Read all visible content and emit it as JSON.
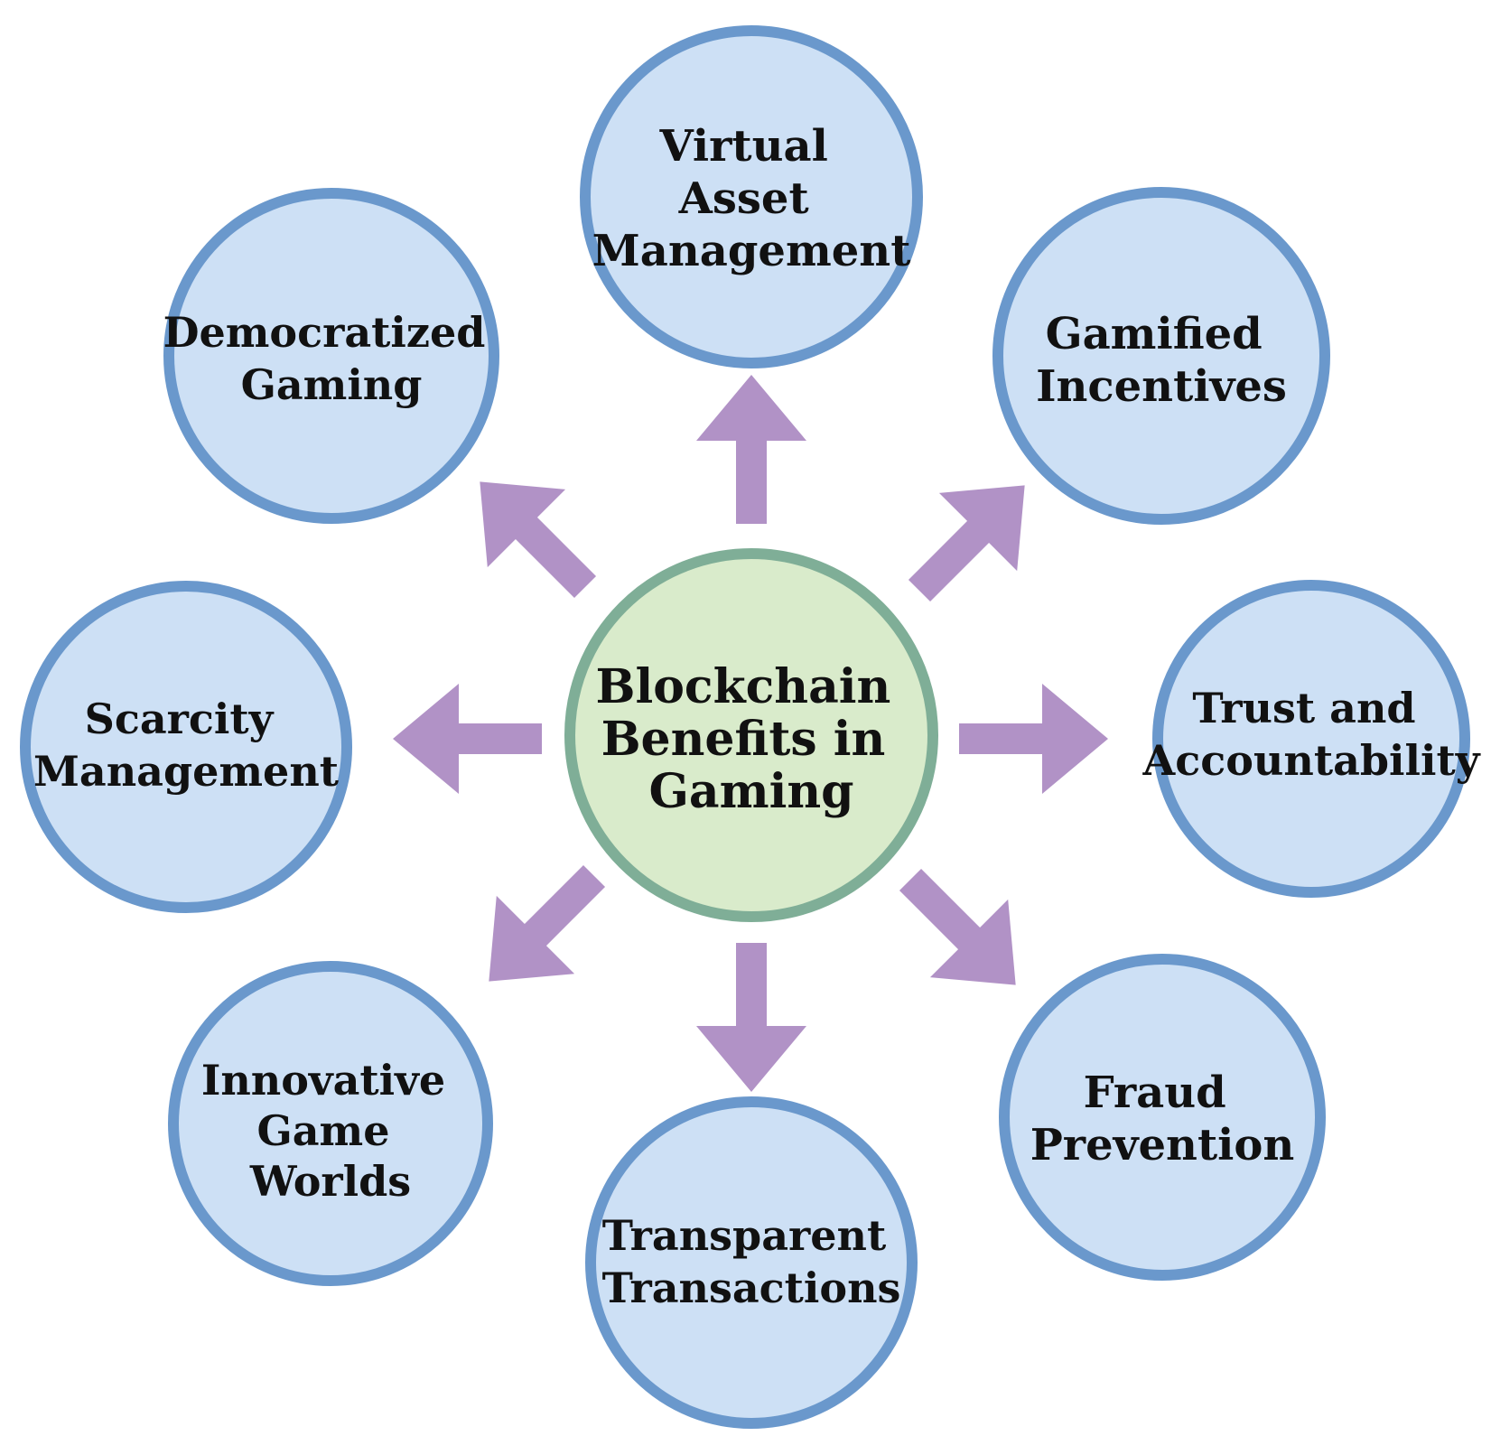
{
  "diagram": {
    "center": {
      "lines": [
        "Blockchain",
        "Benefits in",
        "Gaming"
      ]
    },
    "nodes": [
      {
        "id": "virtual-asset-management",
        "lines": [
          "Virtual",
          "Asset",
          "Management"
        ]
      },
      {
        "id": "gamified-incentives",
        "lines": [
          "Gamified",
          "Incentives"
        ]
      },
      {
        "id": "trust-and-accountability",
        "lines": [
          "Trust and",
          "Accountability"
        ]
      },
      {
        "id": "fraud-prevention",
        "lines": [
          "Fraud",
          "Prevention"
        ]
      },
      {
        "id": "transparent-transactions",
        "lines": [
          "Transparent",
          "Transactions"
        ]
      },
      {
        "id": "innovative-game-worlds",
        "lines": [
          "Innovative",
          "Game",
          "Worlds"
        ]
      },
      {
        "id": "scarcity-management",
        "lines": [
          "Scarcity",
          "Management"
        ]
      },
      {
        "id": "democratized-gaming",
        "lines": [
          "Democratized",
          "Gaming"
        ]
      }
    ],
    "colors": {
      "node_fill": "#cde0f5",
      "node_border": "#6a98cc",
      "center_fill": "#d9ebcb",
      "center_border": "#7fae97",
      "arrow": "#b192c6",
      "text": "#111111"
    }
  }
}
